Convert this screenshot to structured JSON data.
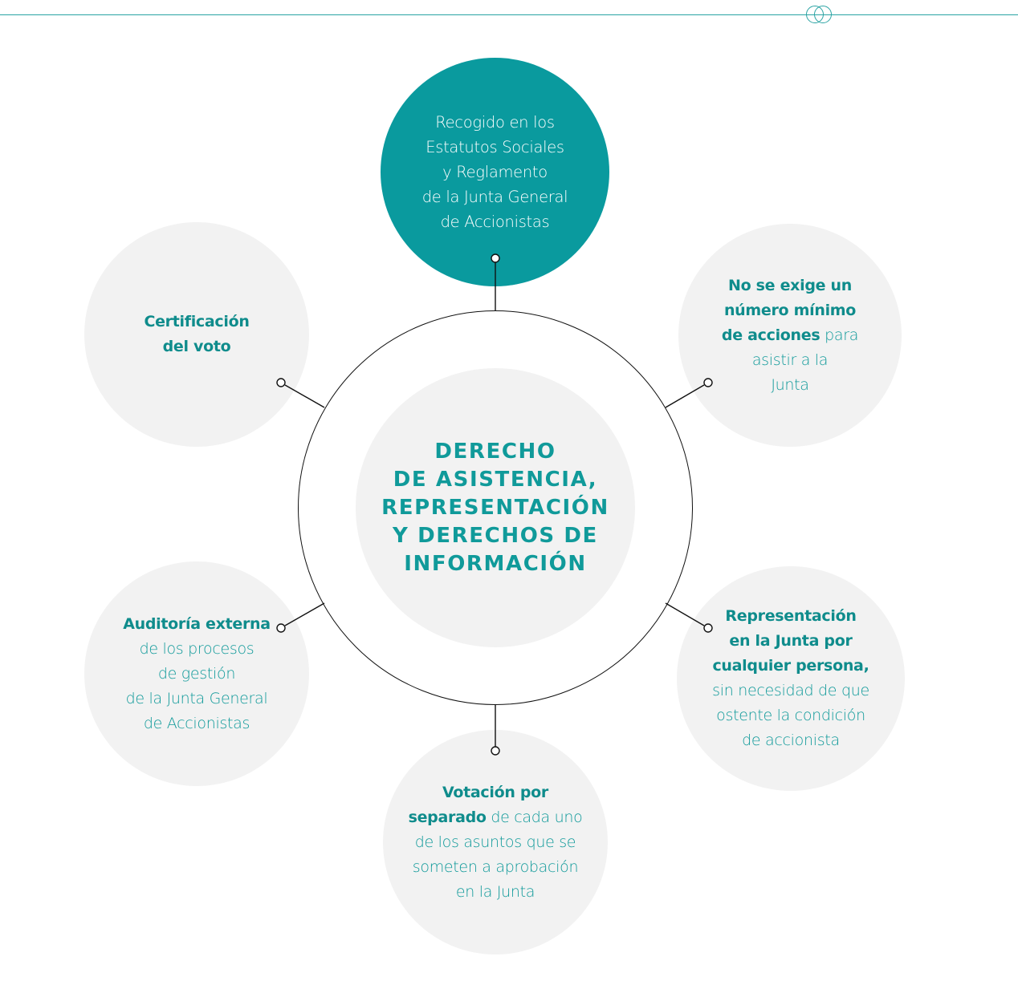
{
  "center": {
    "lines": [
      "DERECHO",
      "DE ASISTENCIA,",
      "REPRESENTACIÓN",
      "Y DERECHOS DE",
      "INFORMACIÓN"
    ]
  },
  "top": {
    "lines": [
      "Recogido en los",
      "Estatutos Sociales",
      "y Reglamento",
      "de la Junta General",
      "de Accionistas"
    ]
  },
  "left_top": {
    "lines": [
      [
        {
          "t": "Certificación",
          "b": true
        }
      ],
      [
        {
          "t": "del voto",
          "b": true
        }
      ]
    ]
  },
  "right_top": {
    "lines": [
      [
        {
          "t": "No se exige un",
          "b": true
        }
      ],
      [
        {
          "t": "número mínimo",
          "b": true
        }
      ],
      [
        {
          "t": "de acciones",
          "b": true
        },
        {
          "t": " para",
          "b": false
        }
      ],
      [
        {
          "t": "asistir a la",
          "b": false
        }
      ],
      [
        {
          "t": "Junta",
          "b": false
        }
      ]
    ]
  },
  "left_bottom": {
    "lines": [
      [
        {
          "t": "Auditoría externa",
          "b": true
        }
      ],
      [
        {
          "t": "de los procesos",
          "b": false
        }
      ],
      [
        {
          "t": "de gestión",
          "b": false
        }
      ],
      [
        {
          "t": "de la Junta General",
          "b": false
        }
      ],
      [
        {
          "t": "de Accionistas",
          "b": false
        }
      ]
    ]
  },
  "right_bottom": {
    "lines": [
      [
        {
          "t": "Representación",
          "b": true
        }
      ],
      [
        {
          "t": "en la Junta por",
          "b": true
        }
      ],
      [
        {
          "t": "cualquier persona,",
          "b": true
        }
      ],
      [
        {
          "t": "sin necesidad de que",
          "b": false
        }
      ],
      [
        {
          "t": "ostente la condición",
          "b": false
        }
      ],
      [
        {
          "t": "de accionista",
          "b": false
        }
      ]
    ]
  },
  "bottom": {
    "lines": [
      [
        {
          "t": "Votación por",
          "b": true
        }
      ],
      [
        {
          "t": "separado",
          "b": true
        },
        {
          "t": " de cada uno",
          "b": false
        }
      ],
      [
        {
          "t": "de los asuntos que se",
          "b": false
        }
      ],
      [
        {
          "t": "someten a aprobación",
          "b": false
        }
      ],
      [
        {
          "t": "en la Junta",
          "b": false
        }
      ]
    ]
  },
  "colors": {
    "teal": "#0a9a9e",
    "bubble_bg": "#f2f2f2",
    "ring": "#111111"
  }
}
